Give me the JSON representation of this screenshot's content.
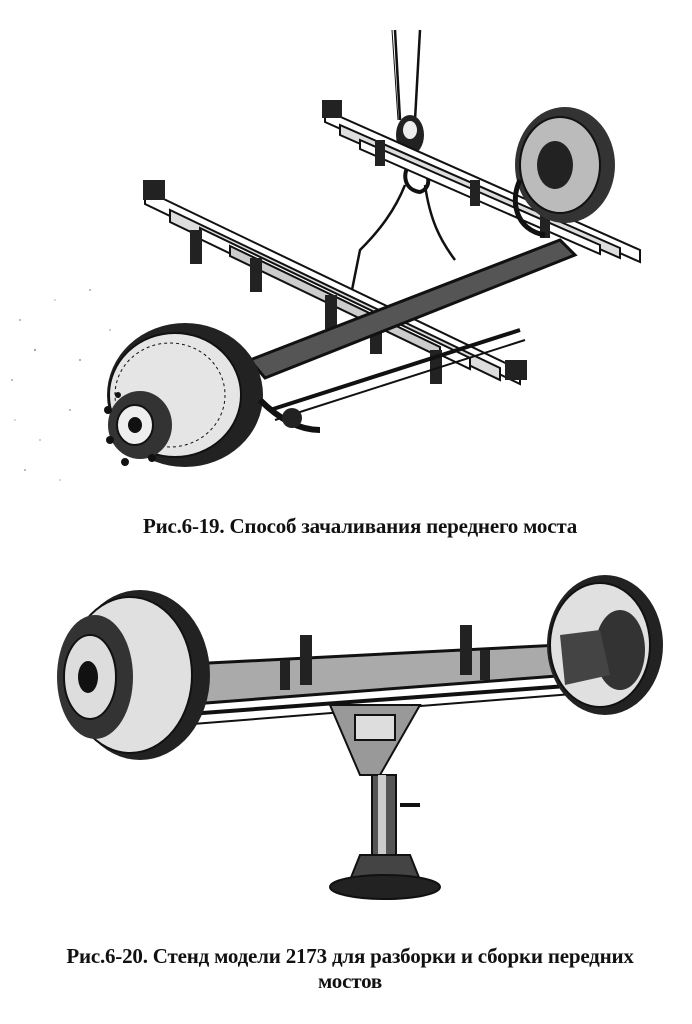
{
  "figures": [
    {
      "caption": "Рис.6-19. Способ зачаливания переднего моста",
      "illustration": "front-axle-slinging-drawing"
    },
    {
      "caption_line1": "Рис.6-20. Стенд модели 2173 для разборки и сборки передних",
      "caption_line2": "мостов",
      "illustration": "front-axle-assembly-stand-drawing"
    }
  ]
}
